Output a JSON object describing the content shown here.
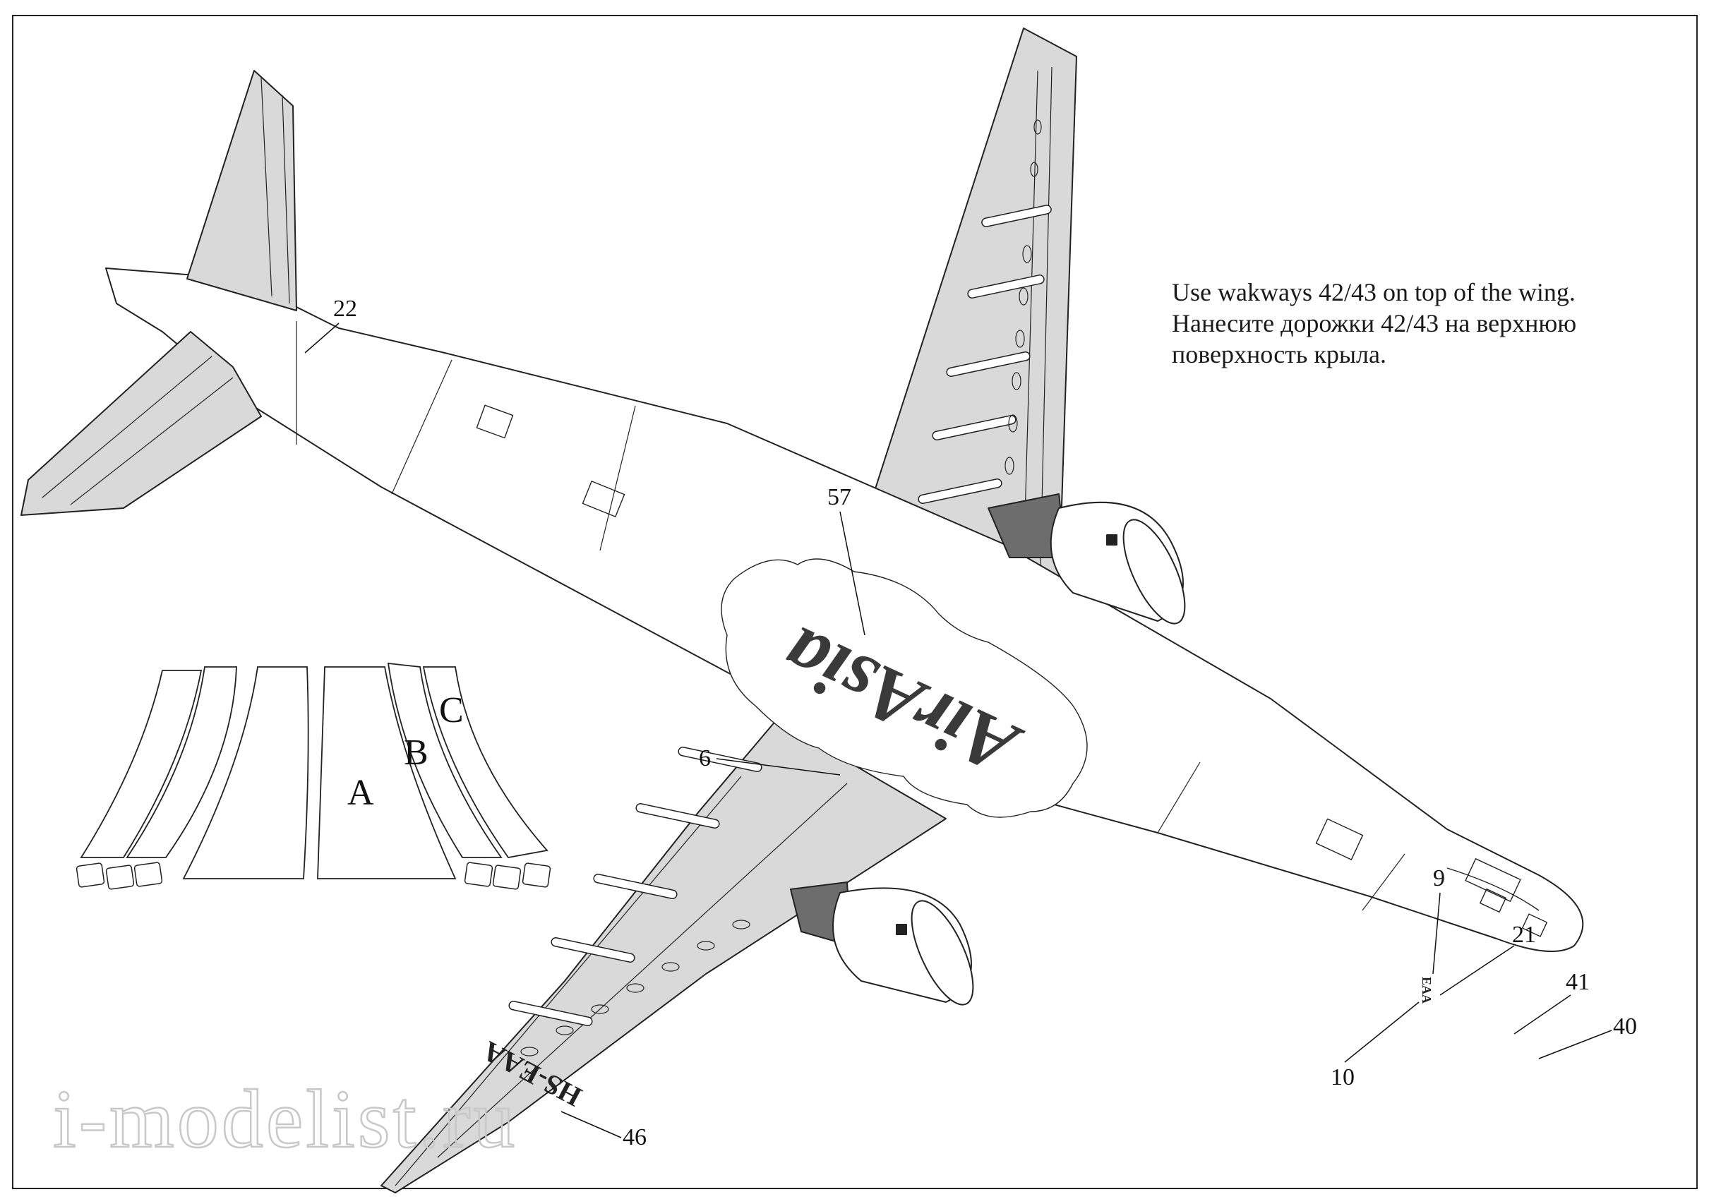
{
  "instructions": {
    "line_en": "Use wakways 42/43 on top of the wing.",
    "line_ru_1": "Нанесите дорожки 42/43 на верхнюю",
    "line_ru_2": "поверхность крыла."
  },
  "livery": {
    "logo_text": "AirAsia",
    "registration": "HS-EAA",
    "registration_small": "EAA"
  },
  "callouts": [
    "22",
    "57",
    "6",
    "9",
    "21",
    "41",
    "40",
    "10",
    "46"
  ],
  "walkway_panels": {
    "a": "A",
    "b": "B",
    "c": "C"
  },
  "watermark": "i-modelist.ru",
  "colors": {
    "wing_gray": "#d9d9d9",
    "engine_dark": "#6d6d6d",
    "line": "#222222"
  }
}
